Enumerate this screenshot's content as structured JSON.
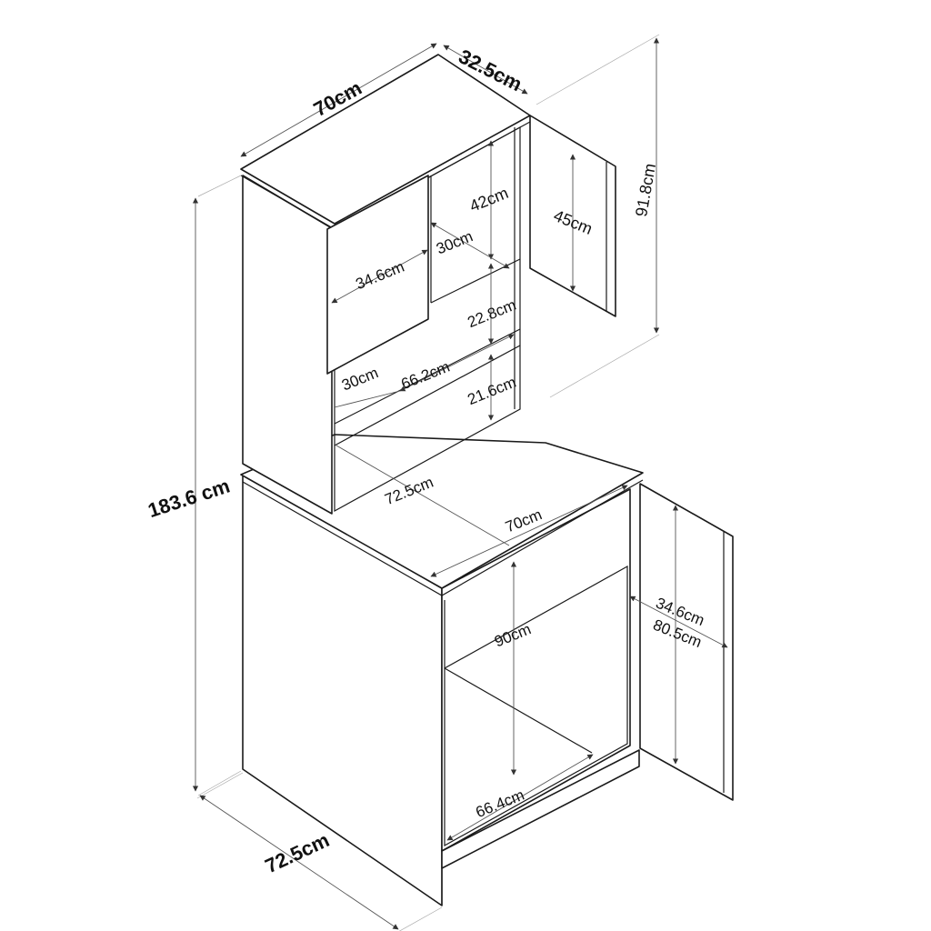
{
  "diagram": {
    "dimensions": {
      "top_width": "70cm",
      "top_depth": "32.5cm",
      "upper_height": "91.8cm",
      "upper_door_height": "45cm",
      "upper_shelf_height": "42cm",
      "upper_shelf_depth": "30cm",
      "upper_door_width": "34.6cm",
      "middle_shelf_gap": "22.8cm",
      "open_depth": "30cm",
      "open_width": "66.2cm",
      "open_height": "21.6cm",
      "total_height": "183.6 cm",
      "counter_depth": "72.5cm",
      "counter_width": "70cm",
      "lower_inner_height": "90cm",
      "lower_door_width": "34.6cm",
      "lower_door_height": "80.5cm",
      "lower_inner_width": "66.4cm",
      "base_depth": "72.5cm"
    }
  }
}
